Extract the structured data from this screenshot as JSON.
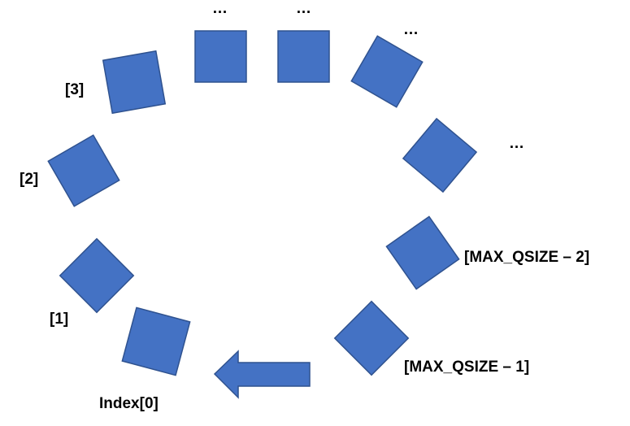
{
  "labels": {
    "index0": "Index[0]",
    "index1": "[1]",
    "index2": "[2]",
    "index3": "[3]",
    "ellipsis_a": "…",
    "ellipsis_b": "…",
    "ellipsis_c": "…",
    "ellipsis_d": "…",
    "max_minus_2": "[MAX_QSIZE – 2]",
    "max_minus_1": "[MAX_QSIZE – 1]"
  },
  "colors": {
    "slot_fill": "#4472C4",
    "slot_stroke": "#2F528F"
  }
}
